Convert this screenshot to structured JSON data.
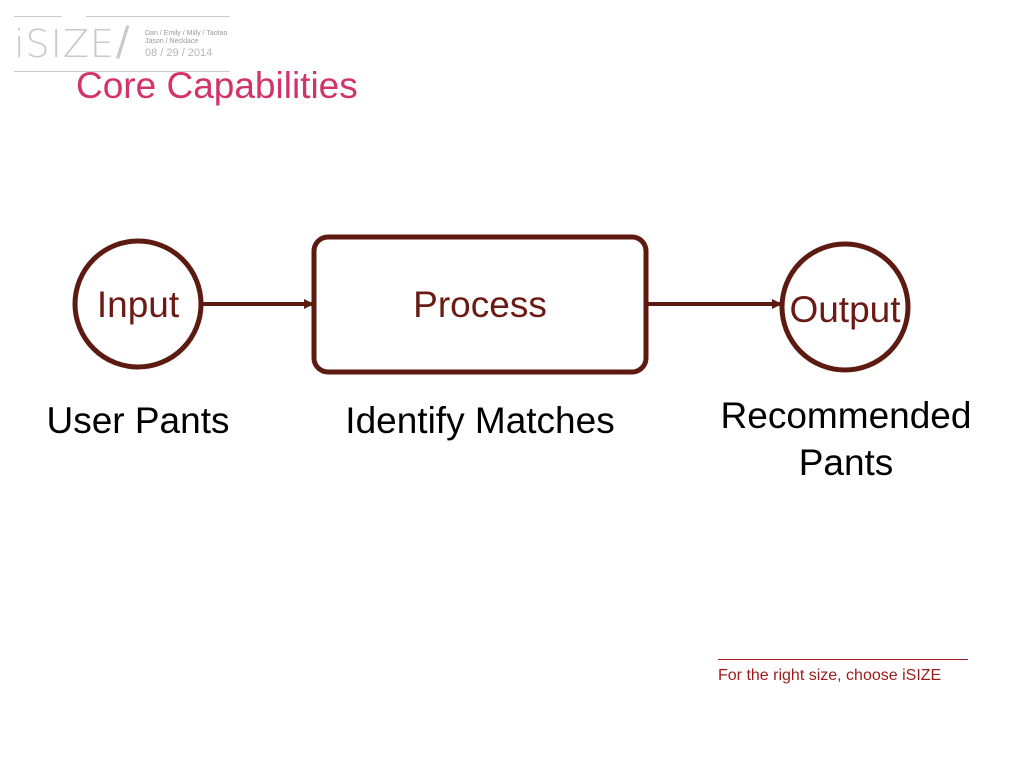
{
  "header": {
    "logo_text": "iSIZE",
    "logo_slash": "/",
    "team_line1": "Dan / Emily / Milly / Taotao",
    "team_line2": "Jason / Necklace",
    "date": "08 / 29 / 2014"
  },
  "title": "Core Capabilities",
  "diagram": {
    "nodes": [
      {
        "id": "input",
        "shape": "circle",
        "label": "Input",
        "caption": "User Pants"
      },
      {
        "id": "process",
        "shape": "rounded-rect",
        "label": "Process",
        "caption": "Identify Matches"
      },
      {
        "id": "output",
        "shape": "circle",
        "label": "Output",
        "caption_line1": "Recommended",
        "caption_line2": "Pants"
      }
    ],
    "edges": [
      {
        "from": "input",
        "to": "process"
      },
      {
        "from": "process",
        "to": "output"
      }
    ],
    "colors": {
      "node_stroke": "#5c1a10",
      "node_text": "#6b1a14",
      "arrow": "#5c1a10"
    }
  },
  "footer": {
    "tagline": "For the right size, choose iSIZE",
    "color": "#9b1b1b"
  },
  "title_color": "#d2336a"
}
